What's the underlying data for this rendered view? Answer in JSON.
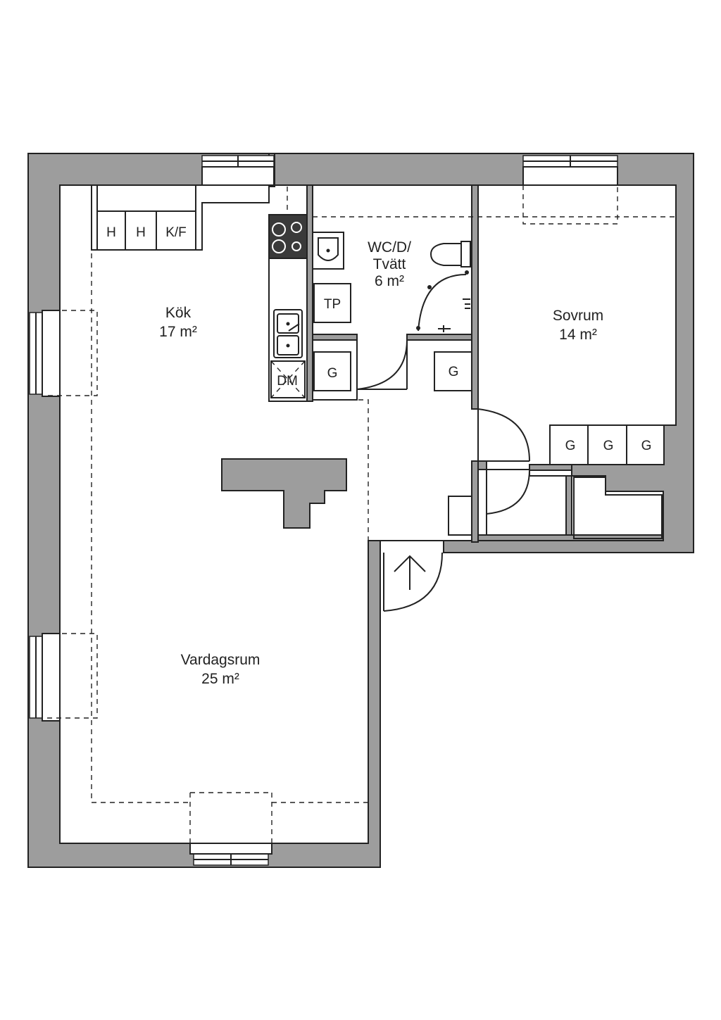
{
  "rooms": {
    "kitchen": {
      "name": "Kök",
      "area": "17 m²"
    },
    "bathroom": {
      "name_line1": "WC/D/",
      "name_line2": "Tvätt",
      "area": "6 m²"
    },
    "bedroom": {
      "name": "Sovrum",
      "area": "14 m²"
    },
    "living": {
      "name": "Vardagsrum",
      "area": "25 m²"
    }
  },
  "fixtures": {
    "kitchen_cabinets": [
      "H",
      "H",
      "K/F"
    ],
    "dishwasher": "DM",
    "dryer": "TP",
    "wardrobe_bath": "G",
    "wardrobe_hall": "G",
    "wardrobes_bedroom": [
      "G",
      "G",
      "G"
    ]
  },
  "colors": {
    "walls": "#9d9d9d",
    "lines": "#222222"
  }
}
